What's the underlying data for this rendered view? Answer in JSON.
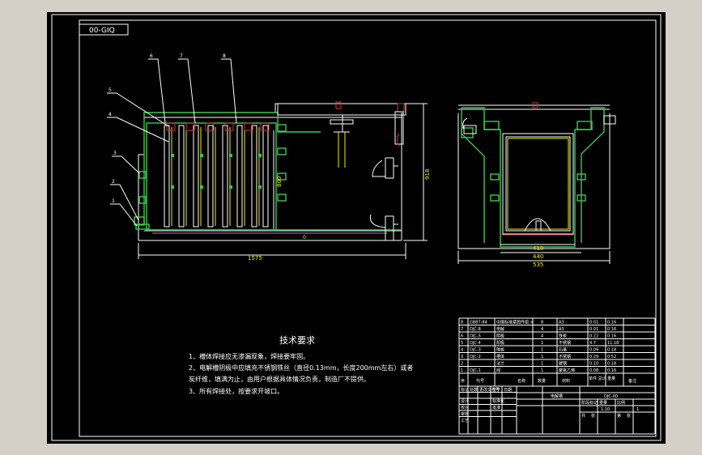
{
  "drawing_number": "00-GIQ",
  "callouts": [
    "1",
    "2",
    "3",
    "4",
    "5",
    "6",
    "7",
    "8"
  ],
  "dimensions": {
    "overall_length": "1575",
    "height_total": "918",
    "height_inner": "800",
    "width_410": "410",
    "width_440": "440",
    "width_535": "535",
    "mark_0": "0"
  },
  "tech_requirements": {
    "title": "技术要求",
    "items": [
      "1、槽体焊接应无渗漏现象，焊接要牢固。",
      "2、电解槽阴极中应填充不锈钢铁丝（直径0.13mm，长度200mm左右）或者",
      "炭纤维，填满为止，由用户根据具体情况负责，制造厂不提供。",
      "3、所有焊接处，按要求开坡口。"
    ]
  },
  "bom": {
    "header": {
      "seq": "序",
      "code": "代号",
      "name": "名称",
      "qty": "数量",
      "material": "材料",
      "weight": "单件 总计 重量",
      "note": "备注"
    },
    "rows": [
      {
        "seq": "8",
        "code": "GB87-84",
        "name": "中国标准紧固件组 ×",
        "qty": "8",
        "material": "A3",
        "w1": "0.01",
        "w2": "0.16"
      },
      {
        "seq": "7",
        "code": "DJC-8",
        "name": "电解",
        "qty": "4",
        "material": "A3",
        "w1": "0.01",
        "w2": "0.16"
      },
      {
        "seq": "6",
        "code": "DJC-5",
        "name": "阴极",
        "qty": "4",
        "material": "铁板",
        "w1": "0.22",
        "w2": "0.16"
      },
      {
        "seq": "5",
        "code": "DJC-4",
        "name": "阳极",
        "qty": "1",
        "material": "不锈钢",
        "w1": "4.7",
        "w2": "11.18"
      },
      {
        "seq": "4",
        "code": "DJC-3",
        "name": "隔板",
        "qty": "1",
        "material": "石墨",
        "w1": "0.09",
        "w2": "0.18"
      },
      {
        "seq": "3",
        "code": "DJC-2",
        "name": "槽体",
        "qty": "1",
        "material": "不锈钢",
        "w1": "0.29",
        "w2": "0.52"
      },
      {
        "seq": "2",
        "code": "",
        "name": "法兰",
        "qty": "1",
        "material": "碳钢",
        "w1": "0.10",
        "w2": "0.18"
      },
      {
        "seq": "1",
        "code": "DJC-1",
        "name": "阀",
        "qty": "1",
        "material": "聚氯乙烯",
        "w1": "0.08",
        "w2": "0.16"
      }
    ],
    "title_block": {
      "part_name": "电解槽",
      "drawing_code": "DJC-00",
      "scale": "1:10",
      "sheet": "1",
      "labels": [
        "标记",
        "处数",
        "更改文件号",
        "签字",
        "日期",
        "设计",
        "校对",
        "审核",
        "工艺",
        "标准化",
        "批准",
        "阶段标记",
        "重量",
        "比例",
        "共",
        "张",
        "第",
        "张"
      ]
    }
  }
}
